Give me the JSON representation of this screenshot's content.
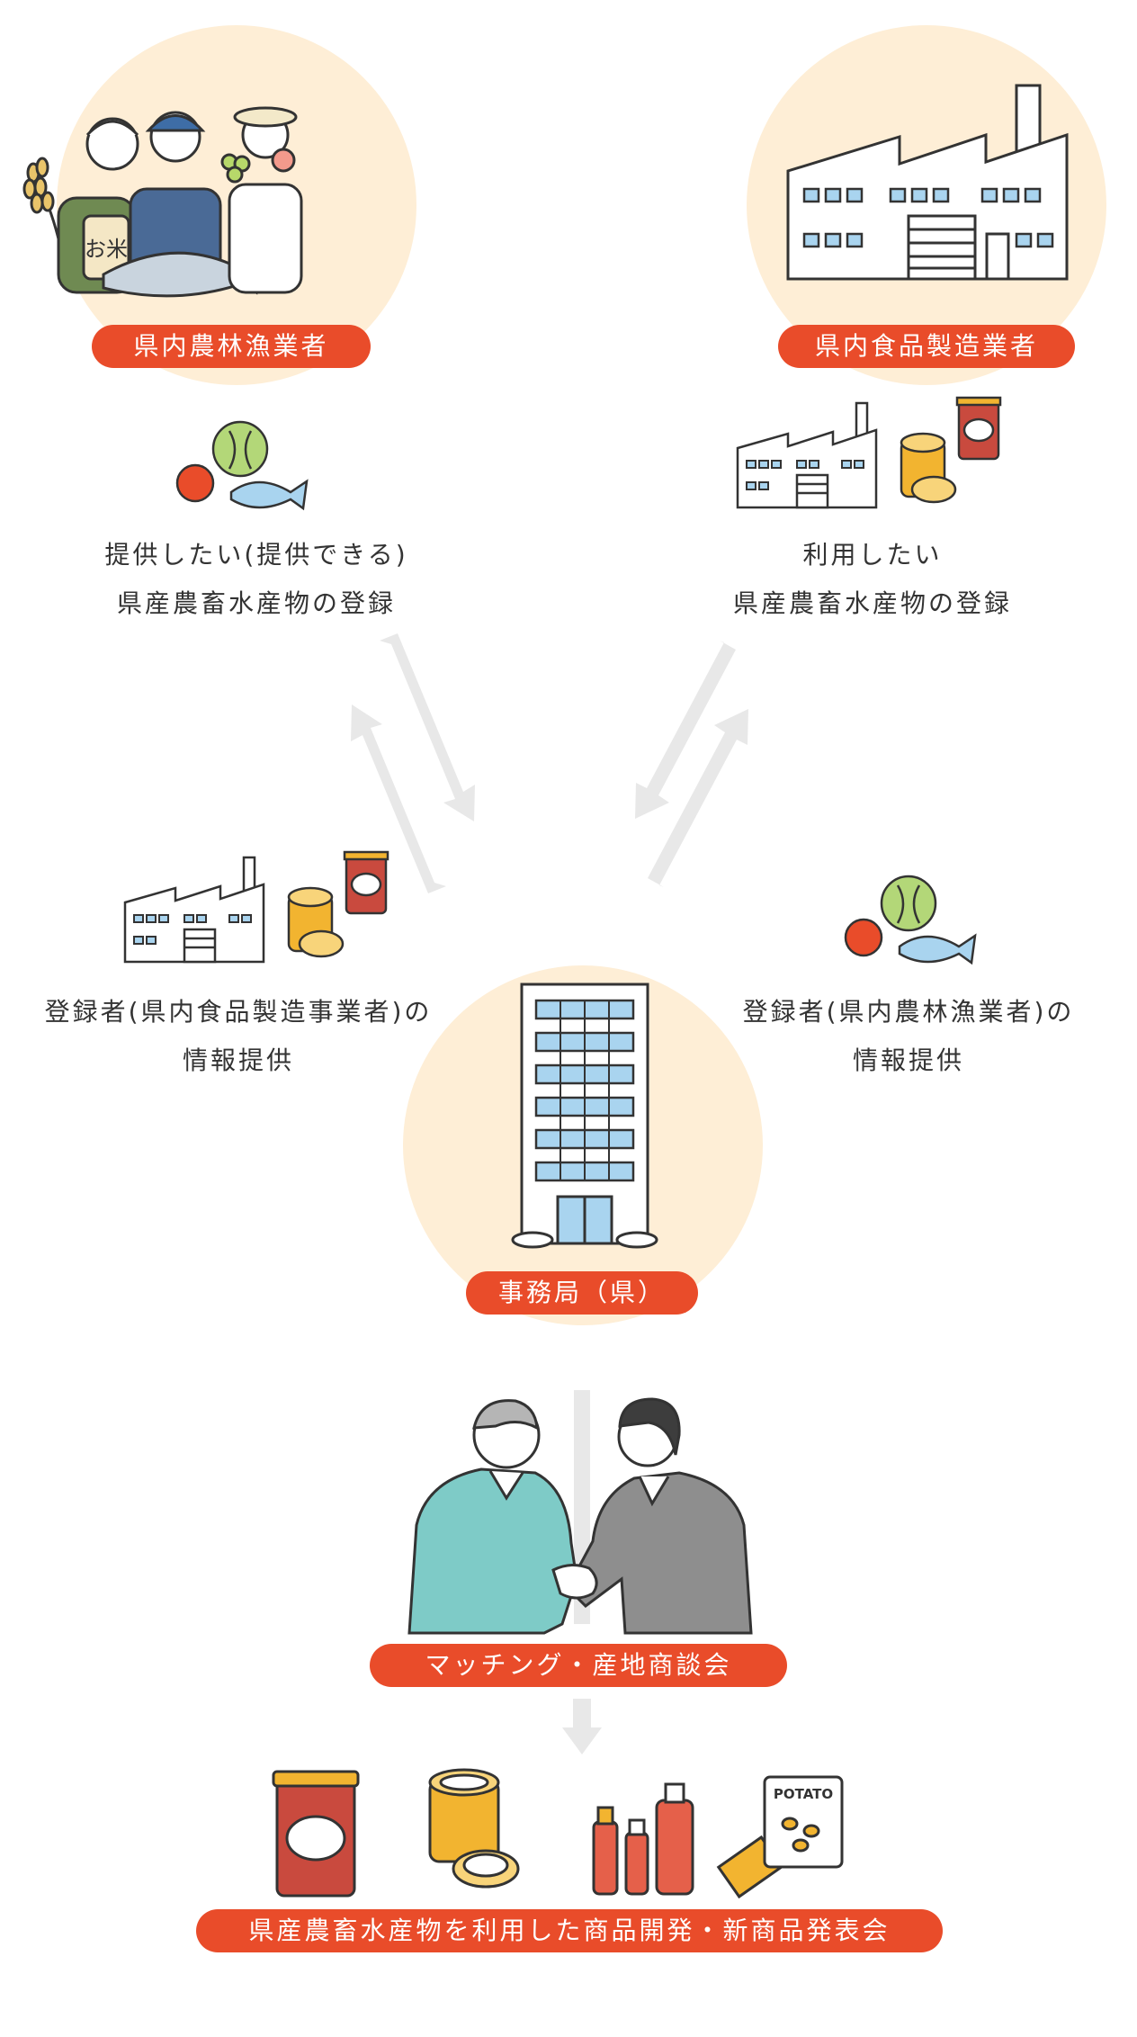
{
  "badges": {
    "farmers": "県内農林漁業者",
    "manufacturers": "県内食品製造業者",
    "office": "事務局（県）",
    "matching": "マッチング・産地商談会",
    "development": "県産農畜水産物を利用した商品開発・新商品発表会"
  },
  "captions": {
    "farmer_register": [
      "提供したい(提供できる)",
      "県産農畜水産物の登録"
    ],
    "maker_register": [
      "利用したい",
      "県産農畜水産物の登録"
    ],
    "info_to_farmers": [
      "登録者(県内食品製造事業者)の",
      "情報提供"
    ],
    "info_to_makers": [
      "登録者(県内農林漁業者)の",
      "情報提供"
    ]
  },
  "illustration_text": {
    "rice_bag": "お米",
    "chips_bag": "POTATO"
  },
  "colors": {
    "accent": "#e94c2a",
    "circle": "#feeed6",
    "arrow": "#e8e8e8",
    "window": "#a9d4ef",
    "can": "#f2b430",
    "jar": "#c94a3e",
    "worker_suit": "#7ecbc7",
    "business_suit": "#8e8e8e"
  }
}
